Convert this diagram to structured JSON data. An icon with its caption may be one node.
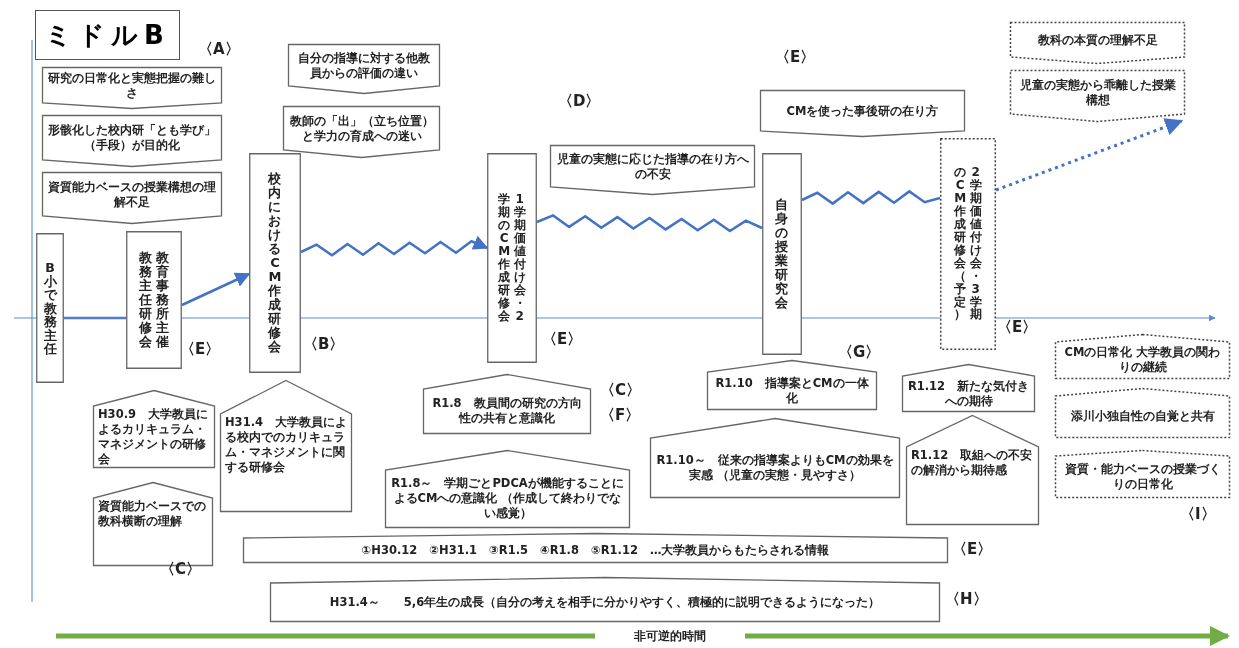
{
  "diagram": {
    "title": "ミドルB",
    "nodes": [
      {
        "text": [
          "B小で教務主任"
        ]
      },
      {
        "text": [
          "教育事務所主催教務主任研修会"
        ]
      },
      {
        "text": [
          "校内におけるCM作成研修会"
        ]
      },
      {
        "text": [
          "1学期価値付け会・2学期のCM作成研修会"
        ]
      },
      {
        "text": [
          "自身の授業研究会"
        ]
      },
      {
        "text": [
          "2学期価値付け会・3学期のCM作成研修会（予定）"
        ]
      },
      {
        "text": [
          "教科の本質の理解不足"
        ]
      },
      {
        "text": [
          "児童の実態から乖離した授業構想"
        ]
      },
      {
        "text": [
          "研究の日常化と実態把握の難しさ"
        ]
      },
      {
        "text": [
          "形骸化した校内研「とも学び」（手段）が目的化"
        ]
      },
      {
        "text": [
          "資質能力ベースの授業構想の理解不足"
        ]
      },
      {
        "text": [
          "自分の指導に対する他教員からの評価の違い"
        ]
      },
      {
        "text": [
          "教師の「出」（立ち位置）と学力の育成への迷い"
        ]
      },
      {
        "text": [
          "児童の実態に応じた指導の在り方への不安"
        ]
      },
      {
        "text": [
          "CMを使った事後研の在り方"
        ]
      },
      {
        "text": [
          "H30.9　大学教員によるカリキュラム・マネジメントの研修会"
        ]
      },
      {
        "text": [
          "資質能力ベースでの教科横断の理解"
        ]
      },
      {
        "text": [
          "H31.4　大学教員による校内でのカリキュラム・マネジメントに関する研修会"
        ]
      },
      {
        "text": [
          "R1.8　教員間の研究の方向性の共有と意識化"
        ]
      },
      {
        "text": [
          "R1.8～　学期ごとPDCAが機能することによるCMへの意識化 （作成して終わりでない感覚）"
        ]
      },
      {
        "text": [
          "R1.10　指導案とCMの一体化"
        ]
      },
      {
        "text": [
          "R1.10～　従来の指導案よりもCMの効果を実感 （児童の実態・見やすさ）"
        ]
      },
      {
        "text": [
          "R1.12　新たな気付きへの期待"
        ]
      },
      {
        "text": [
          "R1.12　取組への不安の解消から期待感"
        ]
      },
      {
        "text": [
          "①H30.12　②H31.1　③R1.5　④R1.8　⑤R1.12　…大学教員からもたらされる情報"
        ]
      },
      {
        "text": [
          "H31.4～　　5,6年生の成長（自分の考えを相手に分かりやすく、積極的に説明できるようになった）"
        ]
      },
      {
        "text": [
          "CMの日常化 大学教員の関わりの継続"
        ]
      },
      {
        "text": [
          "添川小独自性の自覚と共有"
        ]
      },
      {
        "text": [
          "資質・能力ベースの授業づくりの日常化"
        ]
      }
    ],
    "edges": [
      {
        "from": 0,
        "to": 1,
        "arrow": "none"
      },
      {
        "from": 1,
        "to": 2,
        "arrow": "to"
      },
      {
        "from": 2,
        "to": 3,
        "arrow": "to"
      },
      {
        "from": 3,
        "to": 4,
        "arrow": "none"
      },
      {
        "from": 4,
        "to": 5,
        "arrow": "none"
      },
      {
        "from": 5,
        "to": 7,
        "arrow": "to",
        "style": "dashed"
      }
    ],
    "labels": [
      "〈A〉",
      "〈E〉",
      "〈D〉",
      "〈E〉",
      "〈B〉",
      "〈E〉",
      "〈E〉",
      "〈G〉",
      "〈C〉",
      "〈F〉",
      "〈I〉",
      "〈E〉",
      "〈C〉",
      "〈H〉",
      "非可逆的時間"
    ]
  }
}
